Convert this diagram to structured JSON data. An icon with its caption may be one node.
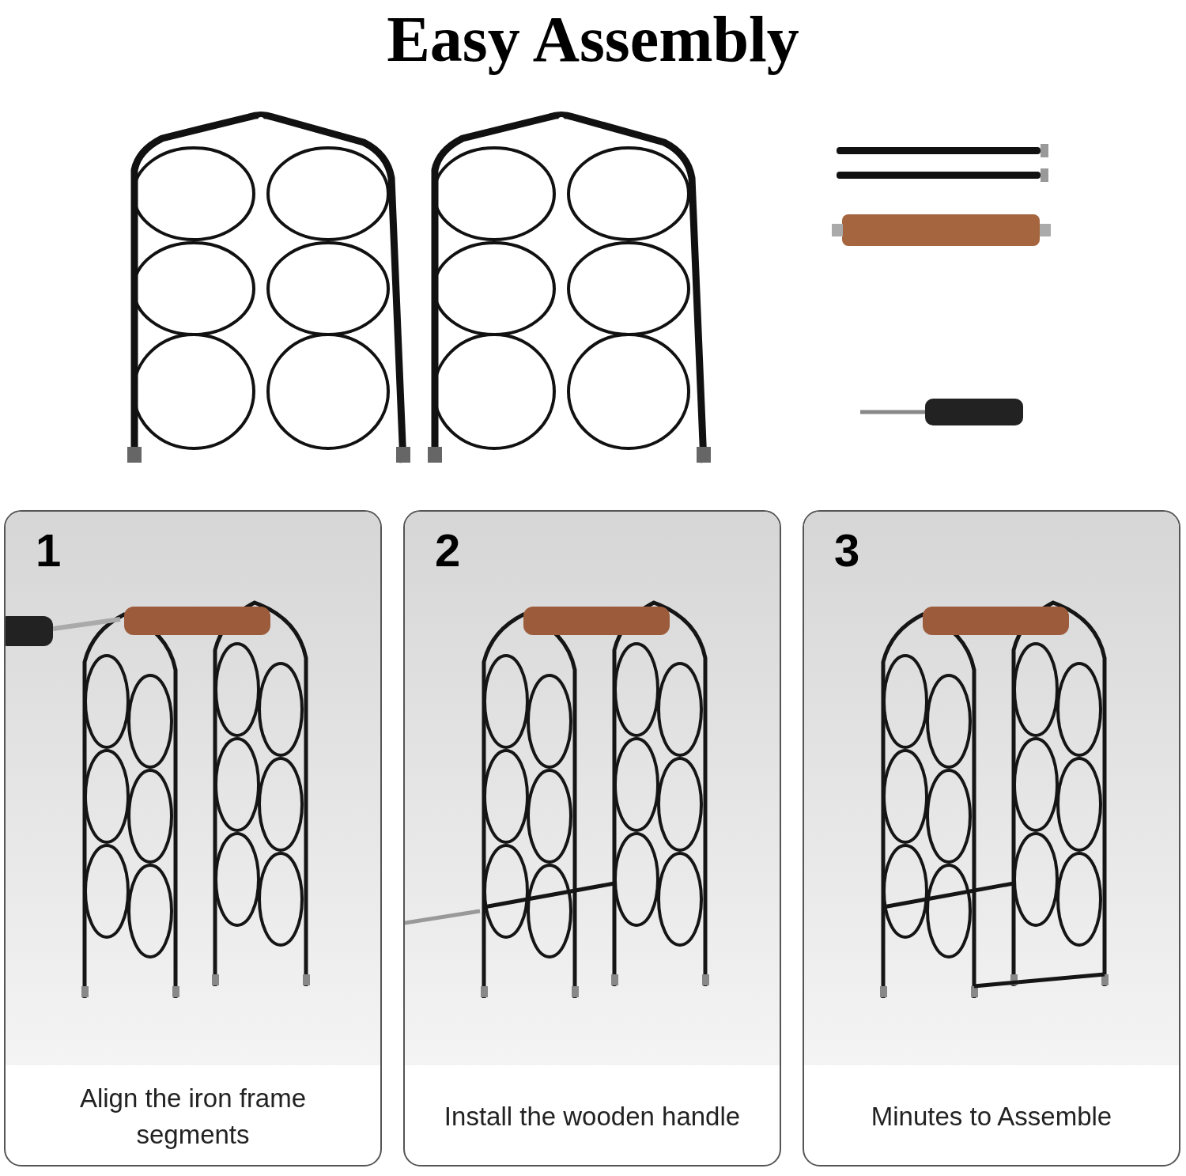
{
  "diagram": {
    "title": "Easy Assembly",
    "nodes": [
      {
        "text": [
          "1",
          "Align the iron frame segments"
        ]
      },
      {
        "text": [
          "2",
          "Install the wooden handle"
        ]
      },
      {
        "text": [
          "3",
          "Minutes to Assemble"
        ]
      }
    ]
  }
}
